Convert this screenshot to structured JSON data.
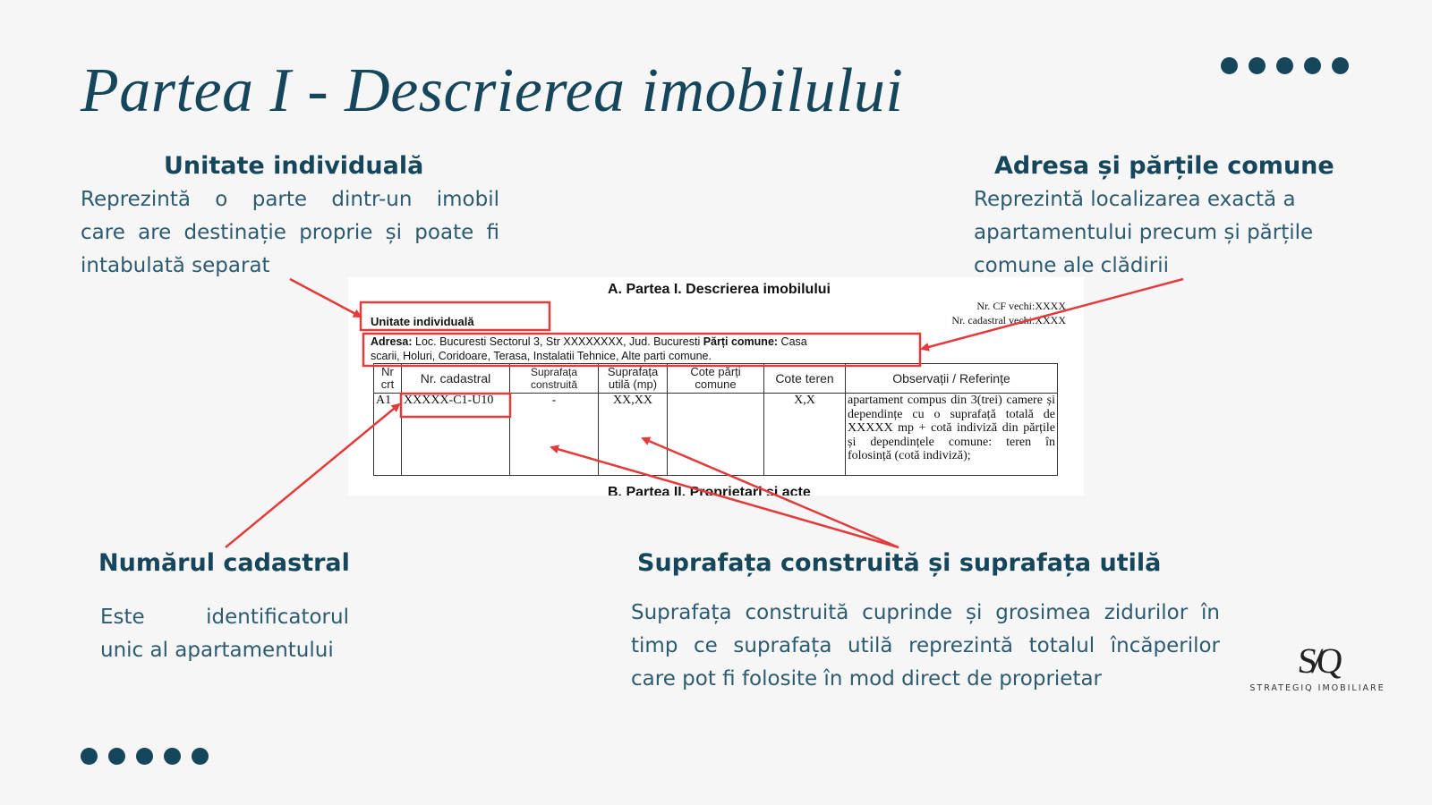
{
  "title": "Partea I - Descrierea imobilului",
  "sections": {
    "unit": {
      "heading": "Unitate individuală",
      "lines": [
        "Reprezintă o parte dintr-un imobil",
        "care are destinație proprie și poate fi",
        "intabulată separat"
      ]
    },
    "address": {
      "heading": "Adresa și părțile comune",
      "lines": [
        "Reprezintă localizarea exactă a",
        "apartamentului precum și părțile",
        "comune ale clădirii"
      ]
    },
    "cadastral": {
      "heading": "Numărul cadastral",
      "lines": [
        "Este identificatorul",
        "unic al apartamentului"
      ]
    },
    "surface": {
      "heading": "Suprafața construită și suprafața utilă",
      "lines": [
        "Suprafața construită cuprinde și grosimea zidurilor în",
        "timp ce suprafața utilă reprezintă totalul încăperilor",
        "care pot fi folosite în mod direct de proprietar"
      ]
    }
  },
  "document": {
    "title": "A. Partea I. Descrierea imobilului",
    "cf_old": "Nr. CF vechi:XXXX",
    "cadastral_old": "Nr. cadastral vechi:XXXX",
    "unit_label": "Unitate individuală",
    "address_line1_label": "Adresa:",
    "address_line1_text": " Loc. Bucuresti Sectorul 3, Str XXXXXXXX, Jud. Bucuresti ",
    "common_parts_label": "Părți comune:",
    "address_line1_end": " Casa",
    "address_line2": "scarii, Holuri, Coridoare,  Terasa,  Instalatii Tehnice, Alte parti comune.",
    "columns": [
      "Nr crt",
      "Nr. cadastral",
      "Suprafața construită",
      "Suprafața utilă (mp)",
      "Cote părți comune",
      "Cote teren",
      "Observații / Referințe"
    ],
    "row": {
      "nr": "A1",
      "cadastral": "XXXXX-C1-U10",
      "built_surface": "-",
      "useful_surface": "XX,XX",
      "common_share": "",
      "land_share": "X,X",
      "observations": "apartament compus din 3(trei) camere și dependințe cu o suprafață totală de XXXXX mp + cotă indiviză din părțile și dependințele comune: teren în folosință (cotă indiviză);"
    },
    "next_section": "B. Partea II. Proprietari și acte"
  },
  "logo": {
    "mark": "S/Q",
    "text": "STRATEGIQ IMOBILIARE"
  },
  "colors": {
    "primary": "#15465c",
    "body_text": "#2d5b70",
    "annotation_red": "#e23b3b",
    "background": "#f6f6f6"
  }
}
